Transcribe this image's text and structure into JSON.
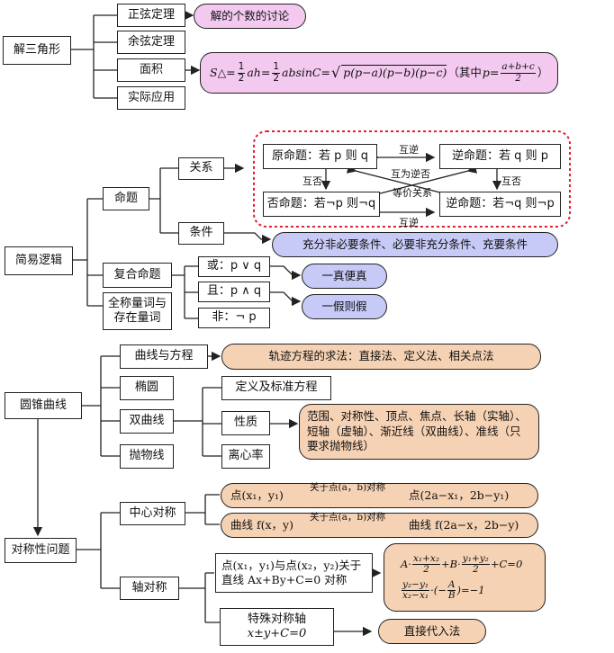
{
  "s1": {
    "root": "解三角形",
    "sine": "正弦定理",
    "cosine": "余弦定理",
    "area": "面积",
    "apply": "实际应用",
    "sine_note": "解的个数的讨论",
    "area_formula_lhs": "S△=",
    "area_formula_mid": "absinC=",
    "area_formula_root": "p(p−a)(p−b)(p−c)",
    "area_formula_paren_open": "（其中",
    "area_formula_p": "p=",
    "area_formula_num": "a+b+c",
    "area_formula_den": "2",
    "area_formula_paren_close": "）",
    "half_num": "1",
    "half_den": "2",
    "ah": "ah=",
    "ah_note": ""
  },
  "s2": {
    "root": "简易逻辑",
    "prop": "命题",
    "relation": "关系",
    "condition": "条件",
    "compound": "复合命题",
    "quant_1": "全称量词与",
    "quant_2": "存在量词",
    "orig": "原命题：若 p 则 q",
    "conv": "逆命题：若 q 则 p",
    "inv": "否命题：若¬p 则¬q",
    "contra": "逆命题：若¬q 则¬p",
    "l_hn_top": "互逆",
    "l_hn_bot": "互逆",
    "l_hf_left": "互否",
    "l_hf_right": "互否",
    "l_mutual": "互为逆否",
    "l_equiv": "等价关系",
    "cond_note": "充分非必要条件、必要非充分条件、充要条件",
    "or": "或：p ∨ q",
    "and": "且：p ∧ q",
    "not": "非：¬ p",
    "true_note": "一真便真",
    "false_note": "一假则假"
  },
  "s3": {
    "root": "圆锥曲线",
    "curve_eq": "曲线与方程",
    "ellipse": "椭圆",
    "hyperbola": "双曲线",
    "parabola": "抛物线",
    "def": "定义及标准方程",
    "prop": "性质",
    "ecc": "离心率",
    "traj_note": "轨迹方程的求法：直接法、定义法、相关点法",
    "prop_note": "范围、对称性、顶点、焦点、长轴（实轴）、短轴（虚轴）、渐近线（双曲线）、准线（只要求抛物线）"
  },
  "s4": {
    "root": "对称性问题",
    "central": "中心对称",
    "axial": "轴对称",
    "c1_a": "点(x₁，y₁)",
    "c1_over": "关于点(a，b)对称",
    "c1_b": "点(2a−x₁，2b−y₁)",
    "c2_a": "曲线 f(x，y)",
    "c2_over": "关于点(a，b)对称",
    "c2_b": "曲线 f(2a−x，2b−y)",
    "a_box_1": "点(x₁，y₁)与点(x₂，y₂)关于",
    "a_box_2": "直线 Ax+By+C=0 对称",
    "special_1": "特殊对称轴",
    "special_2": "x±y+C=0",
    "direct": "直接代入法",
    "sys1_a": "A·",
    "sys1_f1n": "x₁+x₂",
    "sys1_f1d": "2",
    "sys1_b": "+B·",
    "sys1_f2n": "y₁+y₂",
    "sys1_f2d": "2",
    "sys1_c": "+C=0",
    "sys2_f1n": "y₂−y₁",
    "sys2_f1d": "x₂−x₁",
    "sys2_mid": "·(−",
    "sys2_f2n": "A",
    "sys2_f2d": "B",
    "sys2_end": ")=−1"
  },
  "colors": {
    "pink": "#f3c9f0",
    "blue": "#c7c9f7",
    "orange": "#f6d2b4",
    "dashed_red": "#e0202a"
  }
}
